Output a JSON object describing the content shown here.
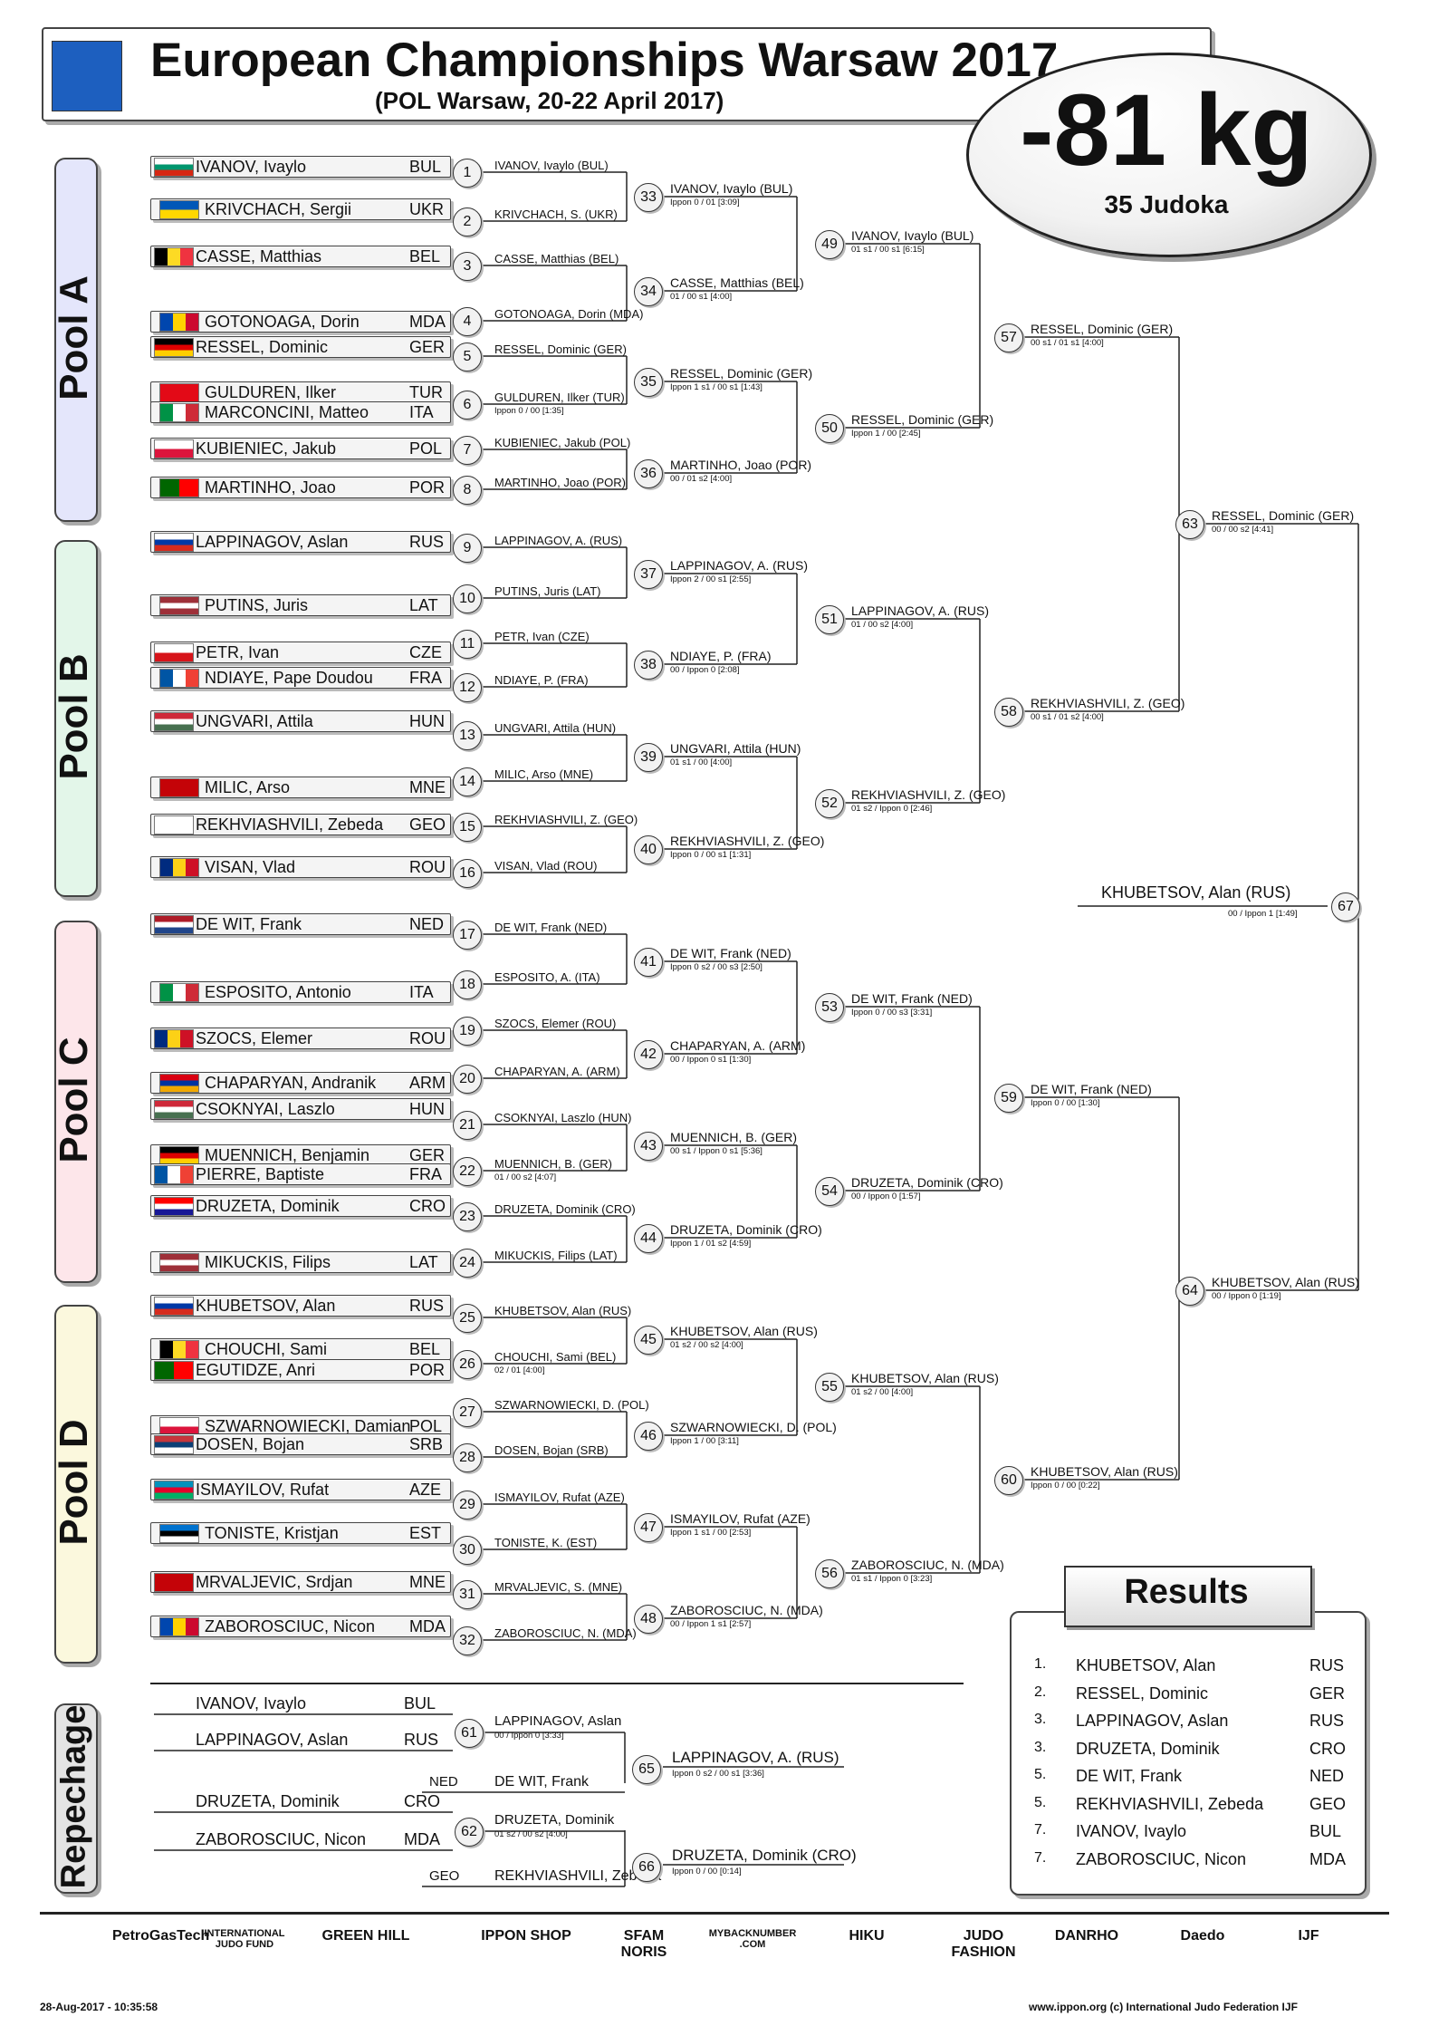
{
  "header": {
    "title": "European Championships Warsaw 2017",
    "subtitle": "(POL Warsaw, 20-22 April 2017)",
    "weight": "-81 kg",
    "judoka": "35 Judoka"
  },
  "pools": [
    "Pool A",
    "Pool B",
    "Pool C",
    "Pool D"
  ],
  "repechage_label": "Repechage",
  "entries": [
    {
      "name": "IVANOV, Ivaylo",
      "country": "BUL",
      "flag": [
        "#ffffff",
        "#00966e",
        "#d62612"
      ]
    },
    {
      "name": "KRIVCHACH, Sergii",
      "country": "UKR",
      "flag": [
        "#0057b7",
        "#ffd700"
      ]
    },
    {
      "name": "CASSE, Matthias",
      "country": "BEL",
      "flag": [
        "#000000",
        "#fdda24",
        "#ef3340"
      ],
      "vertical": true
    },
    {
      "name": "GOTONOAGA, Dorin",
      "country": "MDA",
      "flag": [
        "#0046ae",
        "#ffd200",
        "#cc092f"
      ],
      "vertical": true
    },
    {
      "name": "RESSEL, Dominic",
      "country": "GER",
      "flag": [
        "#000000",
        "#dd0000",
        "#ffce00"
      ]
    },
    {
      "name": "GULDUREN, Ilker",
      "country": "TUR",
      "flag": [
        "#e30a17"
      ]
    },
    {
      "name": "MARCONCINI, Matteo",
      "country": "ITA",
      "flag": [
        "#009246",
        "#ffffff",
        "#ce2b37"
      ],
      "vertical": true
    },
    {
      "name": "KUBIENIEC, Jakub",
      "country": "POL",
      "flag": [
        "#ffffff",
        "#dc143c"
      ]
    },
    {
      "name": "MARTINHO, Joao",
      "country": "POR",
      "flag": [
        "#006600",
        "#ff0000"
      ],
      "vertical": true
    },
    {
      "name": "LAPPINAGOV, Aslan",
      "country": "RUS",
      "flag": [
        "#ffffff",
        "#0039a6",
        "#d52b1e"
      ]
    },
    {
      "name": "PUTINS, Juris",
      "country": "LAT",
      "flag": [
        "#9e3039",
        "#ffffff",
        "#9e3039"
      ]
    },
    {
      "name": "PETR, Ivan",
      "country": "CZE",
      "flag": [
        "#ffffff",
        "#d7141a"
      ]
    },
    {
      "name": "NDIAYE, Pape Doudou",
      "country": "FRA",
      "flag": [
        "#0055a4",
        "#ffffff",
        "#ef4135"
      ],
      "vertical": true
    },
    {
      "name": "UNGVARI, Attila",
      "country": "HUN",
      "flag": [
        "#ce2939",
        "#ffffff",
        "#477050"
      ]
    },
    {
      "name": "MILIC, Arso",
      "country": "MNE",
      "flag": [
        "#c40308"
      ]
    },
    {
      "name": "REKHVIASHVILI, Zebeda",
      "country": "GEO",
      "flag": [
        "#ffffff"
      ]
    },
    {
      "name": "VISAN, Vlad",
      "country": "ROU",
      "flag": [
        "#002b7f",
        "#fcd116",
        "#ce1126"
      ],
      "vertical": true
    },
    {
      "name": "DE WIT, Frank",
      "country": "NED",
      "flag": [
        "#ae1c28",
        "#ffffff",
        "#21468b"
      ]
    },
    {
      "name": "ESPOSITO, Antonio",
      "country": "ITA",
      "flag": [
        "#009246",
        "#ffffff",
        "#ce2b37"
      ],
      "vertical": true
    },
    {
      "name": "SZOCS, Elemer",
      "country": "ROU",
      "flag": [
        "#002b7f",
        "#fcd116",
        "#ce1126"
      ],
      "vertical": true
    },
    {
      "name": "CHAPARYAN, Andranik",
      "country": "ARM",
      "flag": [
        "#d90012",
        "#0033a0",
        "#f2a800"
      ]
    },
    {
      "name": "CSOKNYAI, Laszlo",
      "country": "HUN",
      "flag": [
        "#ce2939",
        "#ffffff",
        "#477050"
      ]
    },
    {
      "name": "MUENNICH, Benjamin",
      "country": "GER",
      "flag": [
        "#000000",
        "#dd0000",
        "#ffce00"
      ]
    },
    {
      "name": "PIERRE, Baptiste",
      "country": "FRA",
      "flag": [
        "#0055a4",
        "#ffffff",
        "#ef4135"
      ],
      "vertical": true
    },
    {
      "name": "DRUZETA, Dominik",
      "country": "CRO",
      "flag": [
        "#ff0000",
        "#ffffff",
        "#171796"
      ]
    },
    {
      "name": "MIKUCKIS, Filips",
      "country": "LAT",
      "flag": [
        "#9e3039",
        "#ffffff",
        "#9e3039"
      ]
    },
    {
      "name": "KHUBETSOV, Alan",
      "country": "RUS",
      "flag": [
        "#ffffff",
        "#0039a6",
        "#d52b1e"
      ]
    },
    {
      "name": "CHOUCHI, Sami",
      "country": "BEL",
      "flag": [
        "#000000",
        "#fdda24",
        "#ef3340"
      ],
      "vertical": true
    },
    {
      "name": "EGUTIDZE, Anri",
      "country": "POR",
      "flag": [
        "#006600",
        "#ff0000"
      ],
      "vertical": true
    },
    {
      "name": "SZWARNOWIECKI, Damian",
      "country": "POL",
      "flag": [
        "#ffffff",
        "#dc143c"
      ]
    },
    {
      "name": "DOSEN, Bojan",
      "country": "SRB",
      "flag": [
        "#c6363c",
        "#0c4076",
        "#ffffff"
      ]
    },
    {
      "name": "ISMAYILOV, Rufat",
      "country": "AZE",
      "flag": [
        "#0092bc",
        "#e4002b",
        "#00af66"
      ]
    },
    {
      "name": "TONISTE, Kristjan",
      "country": "EST",
      "flag": [
        "#0072ce",
        "#000000",
        "#ffffff"
      ]
    },
    {
      "name": "MRVALJEVIC, Srdjan",
      "country": "MNE",
      "flag": [
        "#c40308"
      ]
    },
    {
      "name": "ZABOROSCIUC, Nicon",
      "country": "MDA",
      "flag": [
        "#0046ae",
        "#ffd200",
        "#cc092f"
      ],
      "vertical": true
    }
  ],
  "r1": [
    {
      "n": "1",
      "t": "IVANOV, Ivaylo (BUL)"
    },
    {
      "n": "2",
      "t": "KRIVCHACH, S. (UKR)"
    },
    {
      "n": "3",
      "t": "CASSE, Matthias (BEL)"
    },
    {
      "n": "4",
      "t": "GOTONOAGA, Dorin (MDA)"
    },
    {
      "n": "5",
      "t": "RESSEL, Dominic (GER)"
    },
    {
      "n": "6",
      "t": "GULDUREN, Ilker (TUR)",
      "s": "Ippon 0 / 00 [1:35]"
    },
    {
      "n": "7",
      "t": "KUBIENIEC, Jakub (POL)"
    },
    {
      "n": "8",
      "t": "MARTINHO, Joao (POR)"
    },
    {
      "n": "9",
      "t": "LAPPINAGOV, A. (RUS)"
    },
    {
      "n": "10",
      "t": "PUTINS, Juris (LAT)"
    },
    {
      "n": "11",
      "t": "PETR, Ivan (CZE)"
    },
    {
      "n": "12",
      "t": "NDIAYE, P. (FRA)"
    },
    {
      "n": "13",
      "t": "UNGVARI, Attila (HUN)"
    },
    {
      "n": "14",
      "t": "MILIC, Arso (MNE)"
    },
    {
      "n": "15",
      "t": "REKHVIASHVILI, Z. (GEO)"
    },
    {
      "n": "16",
      "t": "VISAN, Vlad (ROU)"
    },
    {
      "n": "17",
      "t": "DE WIT, Frank (NED)"
    },
    {
      "n": "18",
      "t": "ESPOSITO, A. (ITA)"
    },
    {
      "n": "19",
      "t": "SZOCS, Elemer (ROU)"
    },
    {
      "n": "20",
      "t": "CHAPARYAN, A. (ARM)"
    },
    {
      "n": "21",
      "t": "CSOKNYAI, Laszlo (HUN)"
    },
    {
      "n": "22",
      "t": "MUENNICH, B. (GER)",
      "s": "01 / 00 s2 [4:07]"
    },
    {
      "n": "23",
      "t": "DRUZETA, Dominik (CRO)"
    },
    {
      "n": "24",
      "t": "MIKUCKIS, Filips (LAT)"
    },
    {
      "n": "25",
      "t": "KHUBETSOV, Alan (RUS)"
    },
    {
      "n": "26",
      "t": "CHOUCHI, Sami (BEL)",
      "s": "02 / 01 [4:00]"
    },
    {
      "n": "27",
      "t": "SZWARNOWIECKI, D. (POL)"
    },
    {
      "n": "28",
      "t": "DOSEN, Bojan (SRB)"
    },
    {
      "n": "29",
      "t": "ISMAYILOV, Rufat (AZE)"
    },
    {
      "n": "30",
      "t": "TONISTE, K. (EST)"
    },
    {
      "n": "31",
      "t": "MRVALJEVIC, S. (MNE)"
    },
    {
      "n": "32",
      "t": "ZABOROSCIUC, N. (MDA)"
    }
  ],
  "r2": [
    {
      "n": "33",
      "t": "IVANOV, Ivaylo (BUL)",
      "s": "Ippon 0 / 01 [3:09]"
    },
    {
      "n": "34",
      "t": "CASSE, Matthias (BEL)",
      "s": "01 / 00 s1 [4:00]"
    },
    {
      "n": "35",
      "t": "RESSEL, Dominic (GER)",
      "s": "Ippon 1 s1 / 00 s1 [1:43]"
    },
    {
      "n": "36",
      "t": "MARTINHO, Joao (POR)",
      "s": "00 / 01 s2 [4:00]"
    },
    {
      "n": "37",
      "t": "LAPPINAGOV, A. (RUS)",
      "s": "Ippon 2 / 00 s1 [2:55]"
    },
    {
      "n": "38",
      "t": "NDIAYE, P. (FRA)",
      "s": "00 / Ippon 0 [2:08]"
    },
    {
      "n": "39",
      "t": "UNGVARI, Attila (HUN)",
      "s": "01 s1 / 00 [4:00]"
    },
    {
      "n": "40",
      "t": "REKHVIASHVILI, Z. (GEO)",
      "s": "Ippon 0 / 00 s1 [1:31]"
    },
    {
      "n": "41",
      "t": "DE WIT, Frank (NED)",
      "s": "Ippon 0 s2 / 00 s3 [2:50]"
    },
    {
      "n": "42",
      "t": "CHAPARYAN, A. (ARM)",
      "s": "00 / Ippon 0 s1 [1:30]"
    },
    {
      "n": "43",
      "t": "MUENNICH, B. (GER)",
      "s": "00 s1 / Ippon 0 s1 [5:36]"
    },
    {
      "n": "44",
      "t": "DRUZETA, Dominik (CRO)",
      "s": "Ippon 1 / 01 s2 [4:59]"
    },
    {
      "n": "45",
      "t": "KHUBETSOV, Alan (RUS)",
      "s": "01 s2 / 00 s2 [4:00]"
    },
    {
      "n": "46",
      "t": "SZWARNOWIECKI, D. (POL)",
      "s": "Ippon 1 / 00 [3:11]"
    },
    {
      "n": "47",
      "t": "ISMAYILOV, Rufat (AZE)",
      "s": "Ippon 1 s1 / 00 [2:53]"
    },
    {
      "n": "48",
      "t": "ZABOROSCIUC, N. (MDA)",
      "s": "00 / Ippon 1 s1 [2:57]"
    }
  ],
  "r3": [
    {
      "n": "49",
      "t": "IVANOV, Ivaylo (BUL)",
      "s": "01 s1 / 00 s1 [6:15]"
    },
    {
      "n": "50",
      "t": "RESSEL, Dominic (GER)",
      "s": "Ippon 1 / 00 [2:45]"
    },
    {
      "n": "51",
      "t": "LAPPINAGOV, A. (RUS)",
      "s": "01 / 00 s2 [4:00]"
    },
    {
      "n": "52",
      "t": "REKHVIASHVILI, Z. (GEO)",
      "s": "01 s2 / Ippon 0 [2:46]"
    },
    {
      "n": "53",
      "t": "DE WIT, Frank (NED)",
      "s": "Ippon 0 / 00 s3 [3:31]"
    },
    {
      "n": "54",
      "t": "DRUZETA, Dominik (CRO)",
      "s": "00 / Ippon 0 [1:57]"
    },
    {
      "n": "55",
      "t": "KHUBETSOV, Alan (RUS)",
      "s": "01 s2 / 00 [4:00]"
    },
    {
      "n": "56",
      "t": "ZABOROSCIUC, N. (MDA)",
      "s": "01 s1 / Ippon 0 [3:23]"
    }
  ],
  "r4": [
    {
      "n": "57",
      "t": "RESSEL, Dominic (GER)",
      "s": "00 s1 / 01 s1 [4:00]"
    },
    {
      "n": "58",
      "t": "REKHVIASHVILI, Z. (GEO)",
      "s": "00 s1 / 01 s2 [4:00]"
    },
    {
      "n": "59",
      "t": "DE WIT, Frank (NED)",
      "s": "Ippon 0 / 00 [1:30]"
    },
    {
      "n": "60",
      "t": "KHUBETSOV, Alan (RUS)",
      "s": "Ippon 0 / 00 [0:22]"
    }
  ],
  "r5": [
    {
      "n": "63",
      "t": "RESSEL, Dominic (GER)",
      "s": "00 / 00 s2 [4:41]"
    },
    {
      "n": "64",
      "t": "KHUBETSOV, Alan (RUS)",
      "s": "00 / Ippon 0 [1:19]"
    }
  ],
  "final": {
    "n": "67",
    "t": "KHUBETSOV, Alan (RUS)",
    "s": "00 / Ippon 1 [1:49]"
  },
  "repechage": [
    {
      "n": "61",
      "a": {
        "name": "IVANOV, Ivaylo",
        "country": "BUL"
      },
      "b": {
        "name": "LAPPINAGOV, Aslan",
        "country": "RUS"
      },
      "winner": "LAPPINAGOV, Aslan",
      "s": "00 / Ippon 0 [3:33]"
    },
    {
      "n": "62",
      "a": {
        "name": "DRUZETA, Dominik",
        "country": "CRO"
      },
      "b": {
        "name": "ZABOROSCIUC, Nicon",
        "country": "MDA"
      },
      "winner": "DRUZETA, Dominik",
      "s": "01 s2 / 00 s2 [4:00]"
    }
  ],
  "repechage_final": [
    {
      "n": "65",
      "opp_country": "NED",
      "opp_name": "DE WIT, Frank",
      "winner": "LAPPINAGOV, A. (RUS)",
      "s": "Ippon 0 s2 / 00 s1 [3:36]"
    },
    {
      "n": "66",
      "opp_country": "GEO",
      "opp_name": "REKHVIASHVILI, Zebeda",
      "winner": "DRUZETA, Dominik (CRO)",
      "s": "Ippon 0 / 00 [0:14]"
    }
  ],
  "results": {
    "title": "Results",
    "rows": [
      {
        "place": "1.",
        "name": "KHUBETSOV, Alan",
        "country": "RUS"
      },
      {
        "place": "2.",
        "name": "RESSEL, Dominic",
        "country": "GER"
      },
      {
        "place": "3.",
        "name": "LAPPINAGOV, Aslan",
        "country": "RUS"
      },
      {
        "place": "3.",
        "name": "DRUZETA, Dominik",
        "country": "CRO"
      },
      {
        "place": "5.",
        "name": "DE WIT, Frank",
        "country": "NED"
      },
      {
        "place": "5.",
        "name": "REKHVIASHVILI, Zebeda",
        "country": "GEO"
      },
      {
        "place": "7.",
        "name": "IVANOV, Ivaylo",
        "country": "BUL"
      },
      {
        "place": "7.",
        "name": "ZABOROSCIUC, Nicon",
        "country": "MDA"
      }
    ]
  },
  "sponsors": [
    "PetroGasTech",
    "INTERNATIONAL JUDO FUND",
    "GREEN HILL",
    "IPPON SHOP",
    "SFAM NORIS",
    "MYBACKNUMBER .COM",
    "HIKU",
    "JUDO FASHION",
    "DANRHO",
    "Daedo",
    "IJF"
  ],
  "footer": {
    "datetime": "28-Aug-2017 - 10:35:58",
    "credit": "www.ippon.org (c) International Judo Federation IJF"
  }
}
